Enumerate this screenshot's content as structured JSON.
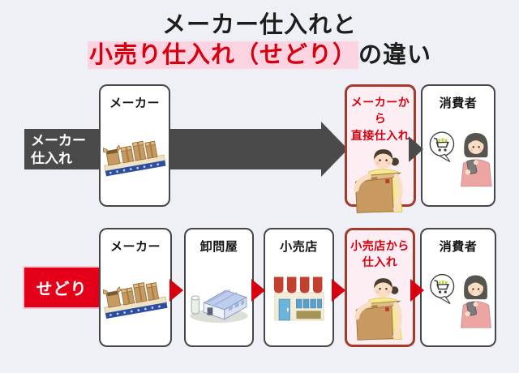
{
  "background_color": "#eef0f6",
  "title": {
    "line1": "メーカー仕入れと",
    "line2_highlight": "小売り仕入れ（せどり）",
    "line2_suffix": "の違い",
    "highlight_text_color": "#d7000f",
    "highlight_bg_color": "#fcd3e1"
  },
  "flows": [
    {
      "id": "maker-flow",
      "label_line1": "メーカー",
      "label_line2": "仕入れ",
      "label_bg": "#4a4a4a",
      "arrow_color": "#4a4a4a",
      "nodes": [
        {
          "type": "normal",
          "title": "メーカー",
          "icon": "conveyor-boxes-icon"
        },
        {
          "type": "highlight",
          "title_line1": "メーカーから",
          "title_line2": "直接仕入れ",
          "icon": "person-carrying-box-icon"
        },
        {
          "type": "normal",
          "title": "消費者",
          "icon": "shopper-smartphone-icon"
        }
      ]
    },
    {
      "id": "sedori-flow",
      "label": "せどり",
      "label_bg": "#e50019",
      "arrow_color": "#d7000f",
      "nodes": [
        {
          "type": "normal",
          "title": "メーカー",
          "icon": "conveyor-boxes-icon"
        },
        {
          "type": "normal",
          "title": "卸問屋",
          "icon": "warehouse-icon"
        },
        {
          "type": "normal",
          "title": "小売店",
          "icon": "storefront-icon"
        },
        {
          "type": "highlight",
          "title_line1": "小売店から",
          "title_line2": "仕入れ",
          "icon": "person-carrying-box-icon"
        },
        {
          "type": "normal",
          "title": "消費者",
          "icon": "shopper-smartphone-icon"
        }
      ]
    }
  ],
  "icons": {
    "conveyor-boxes-icon": "cardboard boxes on factory conveyor belt",
    "warehouse-icon": "wholesaler warehouse building with silo",
    "storefront-icon": "retail shop front with red striped awning",
    "person-carrying-box-icon": "woman carrying large cardboard box",
    "shopper-smartphone-icon": "consumer using smartphone with shopping-cart speech bubble"
  },
  "colors": {
    "accent_red": "#e50019",
    "text_red": "#d7000f",
    "highlight_box_bg": "#fdeef3",
    "highlight_box_border": "#a53a2a",
    "dark_gray_arrow": "#4a4a4a",
    "node_border": "#46464a",
    "background": "#eef0f6"
  }
}
